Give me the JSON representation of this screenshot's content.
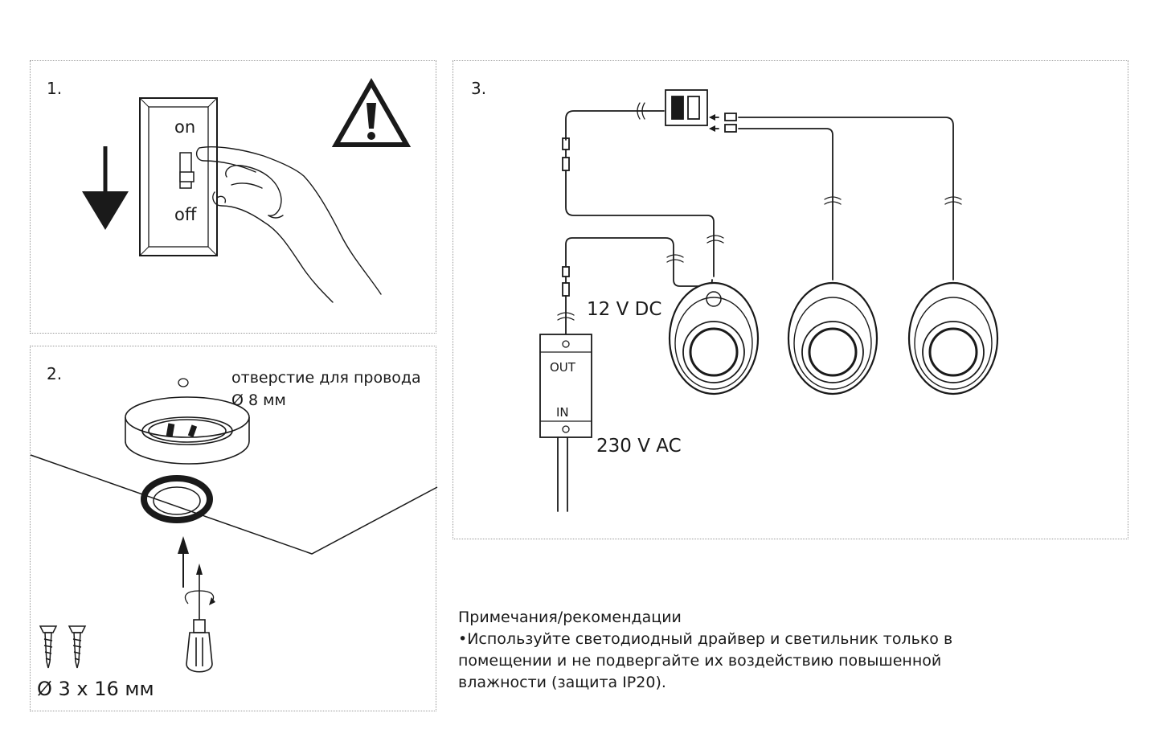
{
  "panel1": {
    "step": "1.",
    "on_label": "on",
    "off_label": "off"
  },
  "panel2": {
    "step": "2.",
    "hole_label": "отверстие для провода",
    "hole_size": "Ø 8 мм",
    "screw_size": "Ø 3 x 16 мм"
  },
  "panel3": {
    "step": "3.",
    "dc_label": "12 V DC",
    "ac_label": "230 V AC",
    "out_label": "OUT",
    "in_label": "IN"
  },
  "notes": {
    "title": "Примечания/рекомендации",
    "bullet": "•",
    "lines": [
      "Используйте светодиодный драйвер и светильник только в",
      "помещении и не подвергайте их воздействию повышенной",
      "влажности (защита IP20)."
    ]
  },
  "icons": [
    "arrow-down-icon",
    "warning-icon",
    "hand-icon",
    "screw-icon",
    "screwdriver-icon",
    "arrow-up-icon",
    "rotate-icon",
    "wire-break-icon",
    "connector-icon"
  ],
  "colors": {
    "line": "#1a1a1a",
    "panel_border": "#9a9a9a",
    "fixture_fill": "#ffffff"
  }
}
